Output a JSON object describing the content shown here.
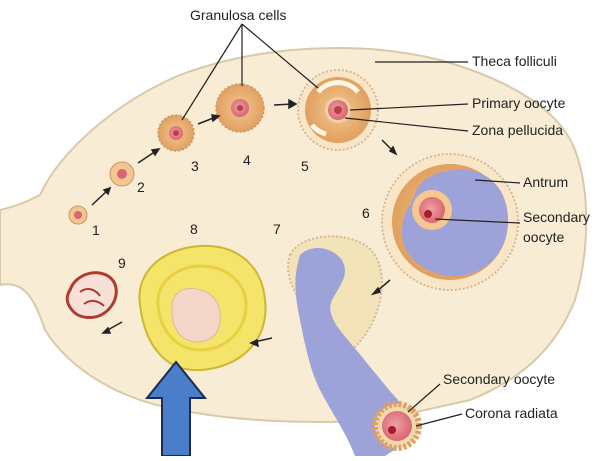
{
  "labels": {
    "granulosa_cells": "Granulosa cells",
    "theca_folliculi": "Theca folliculi",
    "primary_oocyte": "Primary oocyte",
    "zona_pellucida": "Zona pellucida",
    "antrum": "Antrum",
    "secondary_oocyte_line1": "Secondary",
    "secondary_oocyte_line2": "oocyte",
    "secondary_oocyte_bottom": "Secondary oocyte",
    "corona_radiata": "Corona radiata"
  },
  "stages": [
    "1",
    "2",
    "3",
    "4",
    "5",
    "6",
    "7",
    "8",
    "9"
  ],
  "colors": {
    "ovary_fill": "#f8ecd4",
    "ovary_outline": "#d8c9a8",
    "granulosa": "#e8b070",
    "oocyte": "#e87a80",
    "antrum": "#9da2d8",
    "corpus_luteum": "#f4e46a",
    "corpus_albicans": "#b03a2e",
    "arrow_blue": "#4a7ec8"
  },
  "icons": [
    "arrow-icon",
    "big-up-arrow-icon"
  ]
}
